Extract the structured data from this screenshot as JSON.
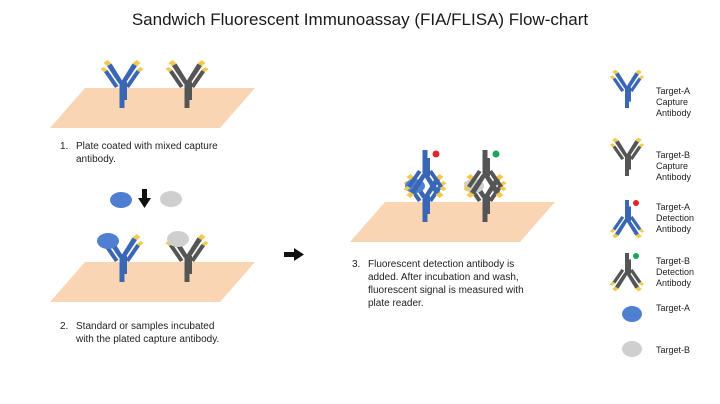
{
  "title": "Sandwich Fluorescent Immunoassay (FIA/FLISA) Flow-chart",
  "colors": {
    "plate": "#fad5b4",
    "antibody_a": "#3a67b5",
    "antibody_b": "#555555",
    "tip": "#f2c94c",
    "target_a": "#4f7fd0",
    "target_b": "#cfcfcf",
    "dye_a": "#e0262b",
    "dye_b": "#1aa55a"
  },
  "steps": [
    {
      "num": "1.",
      "lines": [
        "Plate coated with mixed capture",
        "antibody."
      ]
    },
    {
      "num": "2.",
      "lines": [
        "Standard or samples incubated",
        "with the plated capture antibody."
      ]
    },
    {
      "num": "3.",
      "lines": [
        "Fluorescent detection antibody is",
        "added. After incubation and wash,",
        "fluorescent signal is measured with",
        "plate reader."
      ]
    }
  ],
  "legend": [
    {
      "icon": "target-a-capture-antibody-icon",
      "lines": [
        "Target-A",
        "Capture",
        "Antibody"
      ]
    },
    {
      "icon": "target-b-capture-antibody-icon",
      "lines": [
        "Target-B",
        "Capture",
        "Antibody"
      ]
    },
    {
      "icon": "target-a-detection-antibody-icon",
      "lines": [
        "Target-A",
        "Detection",
        "Antibody"
      ]
    },
    {
      "icon": "target-b-detection-antibody-icon",
      "lines": [
        "Target-B",
        "Detection",
        "Antibody"
      ]
    },
    {
      "icon": "target-a-icon",
      "lines": [
        "Target-A"
      ]
    },
    {
      "icon": "target-b-icon",
      "lines": [
        "Target-B"
      ]
    }
  ]
}
